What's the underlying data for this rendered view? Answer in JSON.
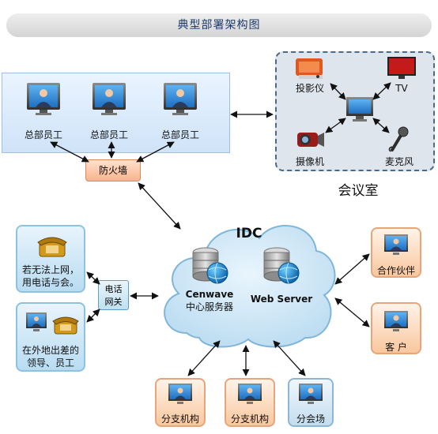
{
  "title": "典型部署架构图",
  "hq": {
    "employees": [
      {
        "label": "总部员工"
      },
      {
        "label": "总部员工"
      },
      {
        "label": "总部员工"
      }
    ]
  },
  "firewall": {
    "label": "防火墙"
  },
  "meeting_room": {
    "label": "会议室",
    "devices": [
      {
        "label": "投影仪",
        "icon": "projector-icon"
      },
      {
        "label": "TV",
        "icon": "tv-icon"
      },
      {
        "label": "摄像机",
        "icon": "camcorder-icon"
      },
      {
        "label": "麦克风",
        "icon": "microphone-icon"
      }
    ],
    "hub_icon": "monitor-icon"
  },
  "cloud": {
    "title": "IDC",
    "servers": [
      {
        "line1": "Cenwave",
        "line2": "中心服务器",
        "icon": "server-icon"
      },
      {
        "line1": "Web Server",
        "line2": "",
        "icon": "server-icon"
      }
    ]
  },
  "gateway": {
    "line1": "电话",
    "line2": "网关"
  },
  "left_cards": [
    {
      "line1": "若无法上网，",
      "line2": "用电话与会。",
      "icon": "telephone-icon"
    },
    {
      "line1": "在外地出差的",
      "line2": "领导、员工",
      "icon": "telephone-icon"
    }
  ],
  "right_cards": [
    {
      "label": "合作伙伴",
      "icon": "user-monitor-icon"
    },
    {
      "label": "客 户",
      "icon": "user-monitor-icon"
    }
  ],
  "bottom_cards": [
    {
      "label": "分支机构"
    },
    {
      "label": "分支机构"
    },
    {
      "label": "分会场"
    }
  ],
  "colors": {
    "cloud_fill": "#cfe6f6",
    "cloud_stroke": "#7fb6da",
    "orange_card": "#f9c79e",
    "blue_card": "#b9dcf2",
    "arrow": "#111111",
    "title_text": "#1a3a6a"
  }
}
